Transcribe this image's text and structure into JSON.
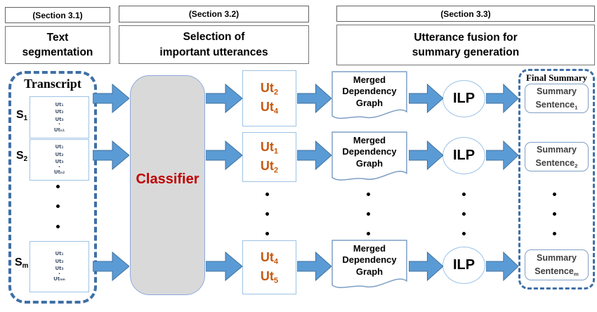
{
  "sections": [
    {
      "tag": "(Section 3.1)",
      "line1": "Text",
      "line2": "segmentation"
    },
    {
      "tag": "(Section 3.2)",
      "line1": "Selection of",
      "line2": "important utterances"
    },
    {
      "tag": "(Section 3.3)",
      "line1": "Utterance fusion for",
      "line2": "summary generation"
    }
  ],
  "transcript": {
    "title": "Transcript",
    "segments": [
      {
        "label_base": "S",
        "label_sub": "1",
        "utterances": [
          "Ut₁",
          "Ut₂",
          "Ut₃",
          "·",
          "Utₙ₁"
        ]
      },
      {
        "label_base": "S",
        "label_sub": "2",
        "utterances": [
          "Ut₁",
          "Ut₂",
          "Ut₃",
          "·",
          "Utₙ₂"
        ]
      },
      {
        "label_base": "S",
        "label_sub": "m",
        "utterances": [
          "Ut₁",
          "Ut₂",
          "Ut₃",
          "·",
          "Utₙₘ"
        ]
      }
    ]
  },
  "classifier_label": "Classifier",
  "selected_utterances": [
    {
      "items": [
        {
          "base": "Ut",
          "sub": "2"
        },
        {
          "base": "Ut",
          "sub": "4"
        }
      ]
    },
    {
      "items": [
        {
          "base": "Ut",
          "sub": "1"
        },
        {
          "base": "Ut",
          "sub": "2"
        }
      ]
    },
    {
      "items": [
        {
          "base": "Ut",
          "sub": "4"
        },
        {
          "base": "Ut",
          "sub": "5"
        }
      ]
    }
  ],
  "merged_graph_label": {
    "line1": "Merged",
    "line2": "Dependency",
    "line3": "Graph"
  },
  "ilp_label": "ILP",
  "final_summary": {
    "title": "Final Summary",
    "sentences": [
      {
        "line1": "Summary",
        "base": "Sentence",
        "sub": "1"
      },
      {
        "line1": "Summary",
        "base": "Sentence",
        "sub": "2"
      },
      {
        "line1": "Summary",
        "base": "Sentence",
        "sub": "m"
      }
    ]
  },
  "colors": {
    "arrow_fill": "#5b9bd5",
    "arrow_stroke": "#41719c",
    "dash_blue": "#3f6fa6",
    "classifier_red": "#c00000",
    "utterance_orange": "#c55a11",
    "box_border_blue": "#9dc3e6",
    "classifier_fill": "#d9d9d9"
  }
}
